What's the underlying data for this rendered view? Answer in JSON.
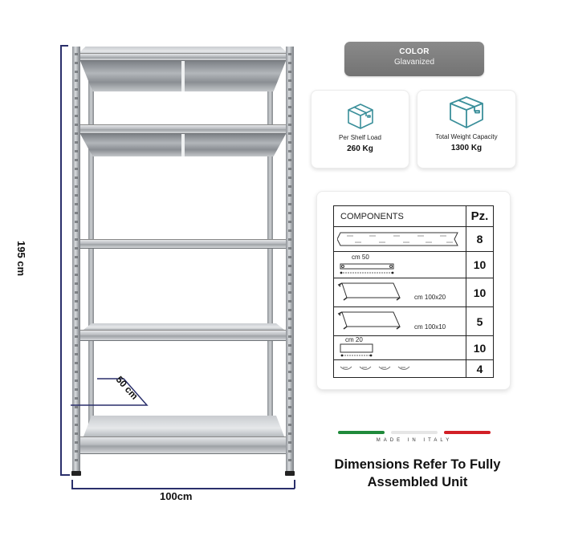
{
  "product": {
    "dimensions": {
      "height": "195 cm",
      "width": "100cm",
      "depth": "50 cm"
    },
    "shelf_count": 5
  },
  "color_badge": {
    "title": "COLOR",
    "value": "Glavanized"
  },
  "stats": [
    {
      "icon": "box-icon",
      "label": "Per Shelf Load",
      "value": "260 Kg"
    },
    {
      "icon": "box-icon",
      "label": "Total Weight Capacity",
      "value": "1300 Kg"
    }
  ],
  "components": {
    "header_components": "COMPONENTS",
    "header_qty": "Pz.",
    "rows": [
      {
        "part": "upright-post",
        "label": "",
        "qty": "8"
      },
      {
        "part": "beam",
        "label": "cm 50",
        "qty": "10"
      },
      {
        "part": "shelf-panel-large",
        "label": "cm 100x20",
        "qty": "10"
      },
      {
        "part": "shelf-panel-small",
        "label": "cm 100x10",
        "qty": "5"
      },
      {
        "part": "bracket",
        "label": "cm 20",
        "qty": "10"
      },
      {
        "part": "foot-caps",
        "label": "",
        "qty": "4"
      }
    ]
  },
  "origin": {
    "text": "MADE IN ITALY",
    "flag_colors": [
      "#1f8a3b",
      "#e6e6e6",
      "#d21f26"
    ]
  },
  "note": {
    "line1": "Dimensions Refer To Fully",
    "line2": "Assembled Unit"
  },
  "colors": {
    "badge_bg": "#7d7d7d",
    "icon_teal": "#3a8f9a",
    "dimension_line": "#2a2f6b"
  }
}
